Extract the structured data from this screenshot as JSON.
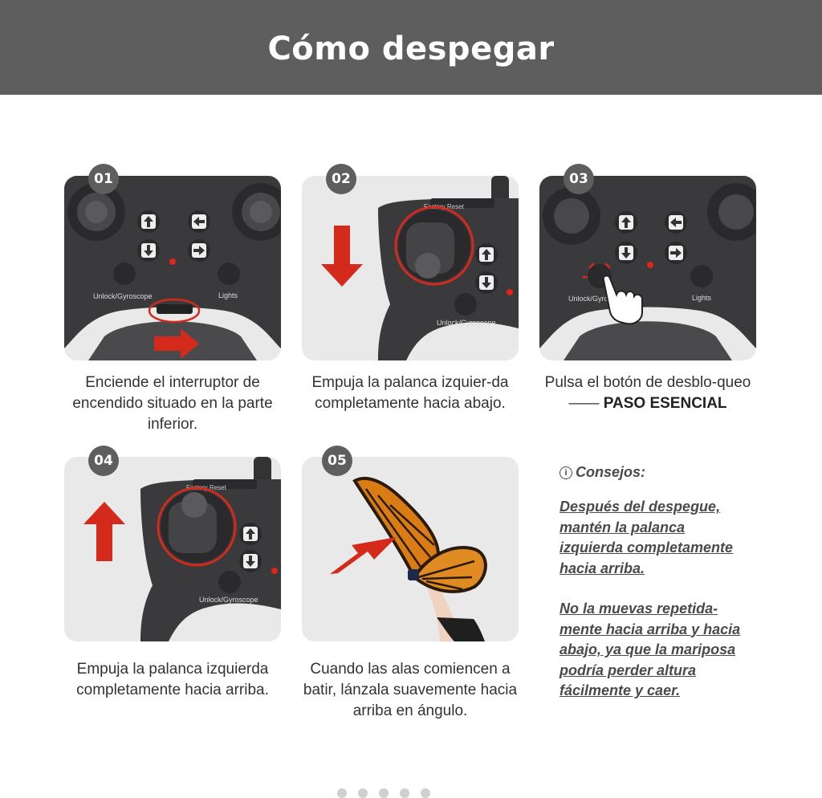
{
  "title": "Cómo despegar",
  "steps": [
    {
      "num": "01",
      "caption": "Enciende el interruptor de encendido situado en la parte inferior."
    },
    {
      "num": "02",
      "caption": "Empuja la palanca izquier-da completamente hacia abajo."
    },
    {
      "num": "03",
      "caption_prefix": "Pulsa el botón de desblo-queo ——",
      "caption_emphasis": "PASO ESENCIAL"
    },
    {
      "num": "04",
      "caption": "Empuja la palanca izquierda completamente hacia arriba."
    },
    {
      "num": "05",
      "caption": "Cuando las alas comiencen a batir, lánzala suavemente hacia arriba en ángulo."
    }
  ],
  "controller_labels": {
    "unlock": "Unlock/Gyroscope",
    "lights": "Lights",
    "factory_reset": "Factory Reset",
    "unlock_partial": "Unlock/Gyro"
  },
  "tips": {
    "heading": "Consejos:",
    "icon": "info-icon",
    "items": [
      "Después del despegue,\nmantén la palanca\nizquierda completamente\nhacia arriba.",
      "No la muevas repetida-\nmente hacia arriba y hacia\nabajo, ya que la mariposa\npodría perder altura\nfácilmente y caer."
    ]
  },
  "colors": {
    "header_bg": "#5e5e5e",
    "card_bg": "#e9e9e9",
    "accent_red": "#d42a1c",
    "controller": "#3a3a3c"
  }
}
